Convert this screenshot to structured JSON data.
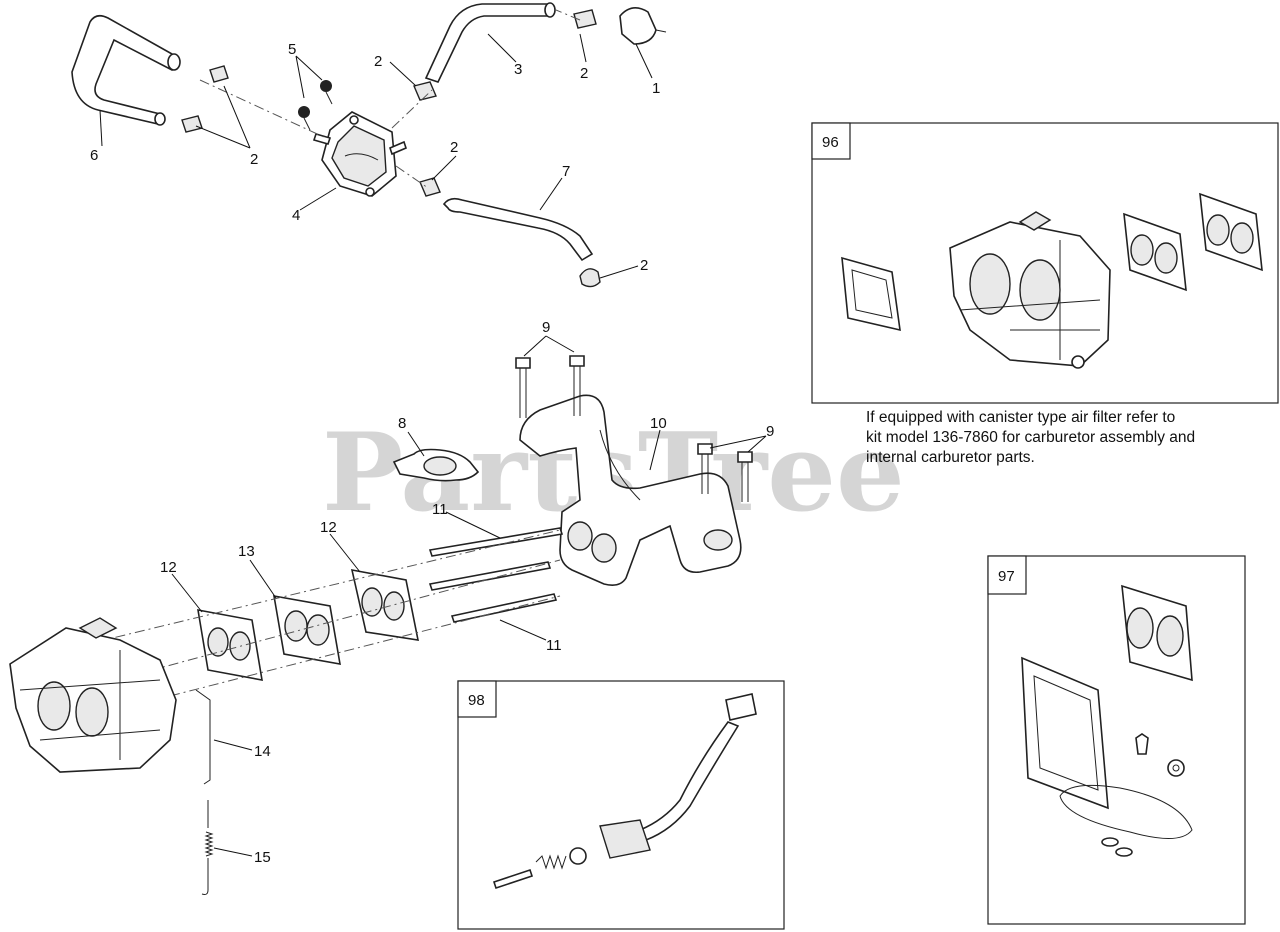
{
  "watermark": "PartsTree",
  "callouts": {
    "c1": "1",
    "c2a": "2",
    "c2b": "2",
    "c2c": "2",
    "c2d": "2",
    "c2e": "2",
    "c3": "3",
    "c4": "4",
    "c5": "5",
    "c6": "6",
    "c7": "7",
    "c8": "8",
    "c9a": "9",
    "c9b": "9",
    "c10": "10",
    "c11a": "11",
    "c11b": "11",
    "c12a": "12",
    "c12b": "12",
    "c13": "13",
    "c14": "14",
    "c15": "15"
  },
  "kits": {
    "k96": "96",
    "k97": "97",
    "k98": "98"
  },
  "note": {
    "line1": "If equipped with canister type air filter refer to",
    "line2": "kit model 136-7860 for carburetor assembly and",
    "line3": "internal carburetor parts."
  }
}
